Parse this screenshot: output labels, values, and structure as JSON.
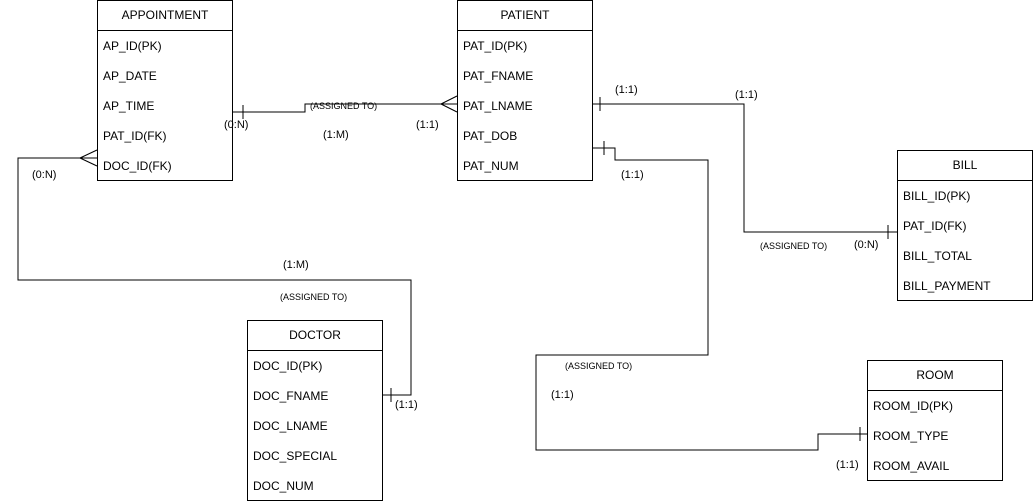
{
  "entities": {
    "appointment": {
      "title": "APPOINTMENT",
      "attrs": [
        "AP_ID(PK)",
        "AP_DATE",
        "AP_TIME",
        "PAT_ID(FK)",
        "DOC_ID(FK)"
      ]
    },
    "patient": {
      "title": "PATIENT",
      "attrs": [
        "PAT_ID(PK)",
        "PAT_FNAME",
        "PAT_LNAME",
        "PAT_DOB",
        "PAT_NUM"
      ]
    },
    "bill": {
      "title": "BILL",
      "attrs": [
        "BILL_ID(PK)",
        "PAT_ID(FK)",
        "BILL_TOTAL",
        "BILL_PAYMENT"
      ]
    },
    "doctor": {
      "title": "DOCTOR",
      "attrs": [
        "DOC_ID(PK)",
        "DOC_FNAME",
        "DOC_LNAME",
        "DOC_SPECIAL",
        "DOC_NUM"
      ]
    },
    "room": {
      "title": "ROOM",
      "attrs": [
        "ROOM_ID(PK)",
        "ROOM_TYPE",
        "ROOM_AVAIL"
      ]
    }
  },
  "relationships": {
    "appointment_patient": {
      "label": "(ASSIGNED TO)",
      "card_appointment": "(0:N)",
      "card_mid": "(1:M)",
      "card_patient": "(1:1)"
    },
    "appointment_doctor": {
      "label": "(ASSIGNED TO)",
      "card_appointment": "(0:N)",
      "card_mid": "(1:M)",
      "card_doctor": "(1:1)"
    },
    "patient_bill": {
      "label": "(ASSIGNED TO)",
      "card_patient": "(1:1)",
      "card_mid": "(1:1)",
      "card_bill": "(0:N)"
    },
    "patient_room": {
      "label": "(ASSIGNED TO)",
      "card_patient": "(1:1)",
      "card_mid": "(1:1)",
      "card_room": "(1:1)"
    }
  }
}
